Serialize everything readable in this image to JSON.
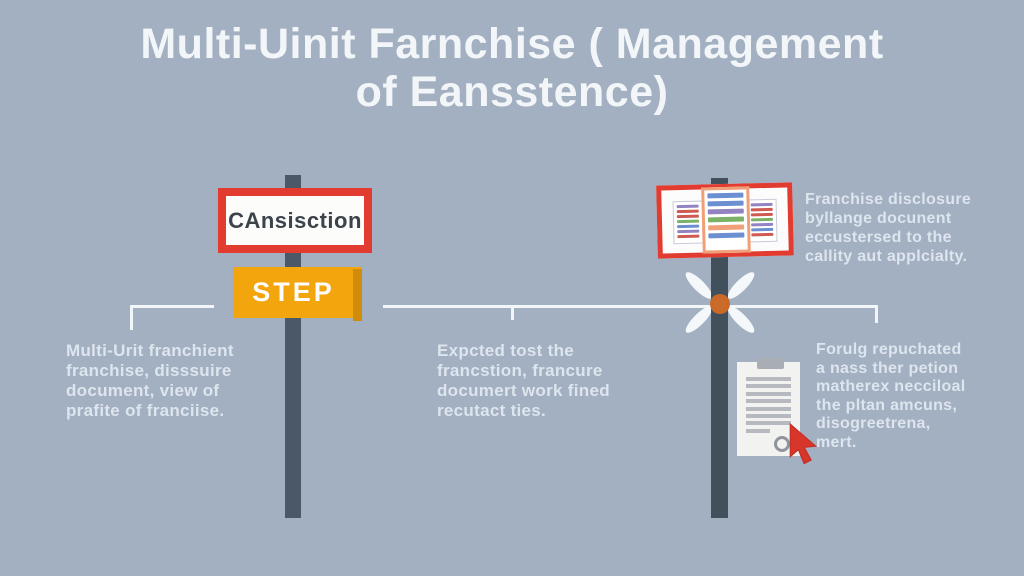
{
  "title": {
    "text": "Multi-Uinit Farnchise ( Management\nof Eansstence)"
  },
  "signs": {
    "warning_label": "CAnsisction",
    "step_label": "STEP"
  },
  "captions": {
    "disclosure": "Franchise disclosure\nbyllange docunent\neccustersed to the\ncallity aut applcialty.",
    "multi_unit": "Multi-Urit franchient\nfranchise, disssuire\ndocument, view of\nprafite of franciise.",
    "expected_cost": "Expcted tost the\nfrancstion, francure\ndocumert work fined\nrecutact ties.",
    "reputation": "Forulg repuchated\na nass ther petion\nmatherex necciloal\nthe pltan amcuns,\ndisogreetrena,\nmert."
  },
  "colors": {
    "background": "#a3b0c1",
    "accent_red": "#e23c30",
    "accent_orange": "#f2a50d",
    "pole": "#4a5867",
    "hub_orange": "#c96a28",
    "title_text": "#f3f6f9",
    "sign_text": "#3c434b",
    "caption_text": "#e2e9f2"
  },
  "icons": {
    "board": "documents-board-icon",
    "starburst": "starburst-icon",
    "page": "document-page-icon",
    "cursor": "cursor-arrow-icon"
  }
}
